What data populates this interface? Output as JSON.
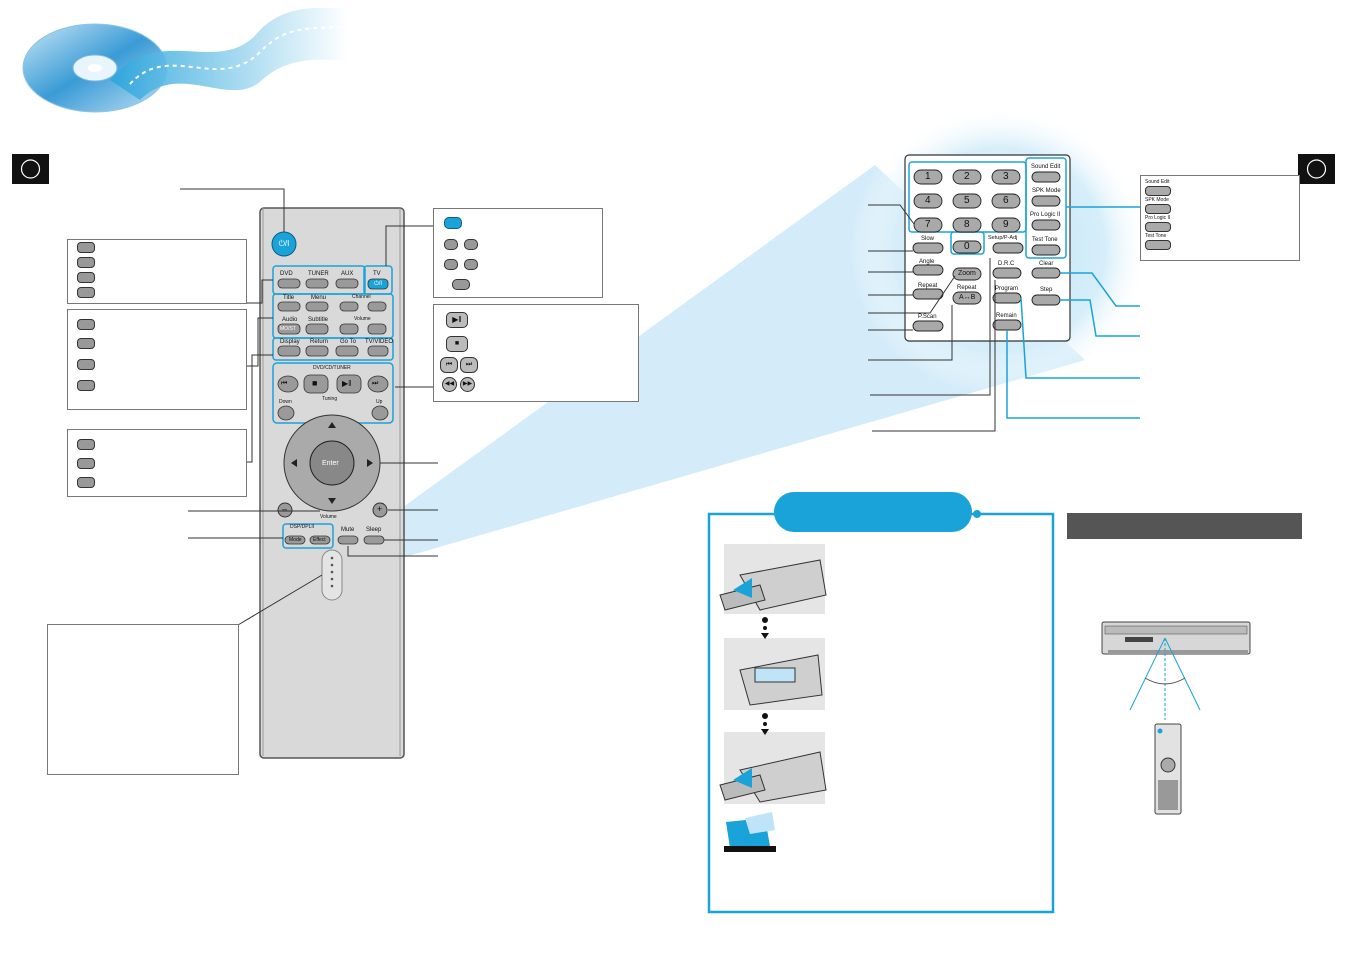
{
  "remote": {
    "power_symbol": "⏻/I",
    "source": {
      "dvd": "DVD",
      "tuner": "TUNER",
      "aux": "AUX",
      "tv": "TV",
      "tv_power": "⏻/I"
    },
    "row2": {
      "title": "Title",
      "menu": "Menu",
      "channel": "Channel"
    },
    "row3": {
      "audio": "Audio",
      "audio_sub": "MO/ST",
      "subtitle": "Subtitle",
      "volume": "Volume"
    },
    "row4": {
      "display": "Display",
      "return": "Return",
      "goto": "Go To",
      "tvvideo": "TV/VIDEO"
    },
    "transport_label": "DVD/CD/TUNER",
    "tuning": {
      "label": "Tuning",
      "down": "Down",
      "up": "Up"
    },
    "enter": "Enter",
    "volume": "Volume",
    "dsp": {
      "label": "DSP/DPLII",
      "mode": "Mode",
      "effect": "Effect"
    },
    "mute": "Mute",
    "sleep": "Sleep",
    "minus": "–",
    "plus": "+"
  },
  "keypad": {
    "digits": [
      "1",
      "2",
      "3",
      "4",
      "5",
      "6",
      "7",
      "8",
      "9",
      "0"
    ],
    "sound_edit": "Sound Edit",
    "spk_mode": "SPK Mode",
    "pro_logic": "Pro Logic II",
    "test_tone": "Test Tone",
    "setup": "Setup/P-Adj",
    "slow": "Slow",
    "angle": "Angle",
    "zoom": "Zoom",
    "drc": "D.R.C",
    "clear": "Clear",
    "repeat": "Repeat",
    "repeat2": "Repeat",
    "ab": "A↔B",
    "program": "Program",
    "step": "Step",
    "pscan": "P.Scan",
    "remain": "Remain"
  },
  "side_legend": {
    "sound_edit": "Sound Edit",
    "spk_mode": "SPK Mode",
    "pro_logic": "Pro Logic II",
    "test_tone": "Test Tone"
  },
  "colors": {
    "accent": "#1aa3d9",
    "remote_body": "#d9d9d9",
    "dark_header": "#555555"
  }
}
